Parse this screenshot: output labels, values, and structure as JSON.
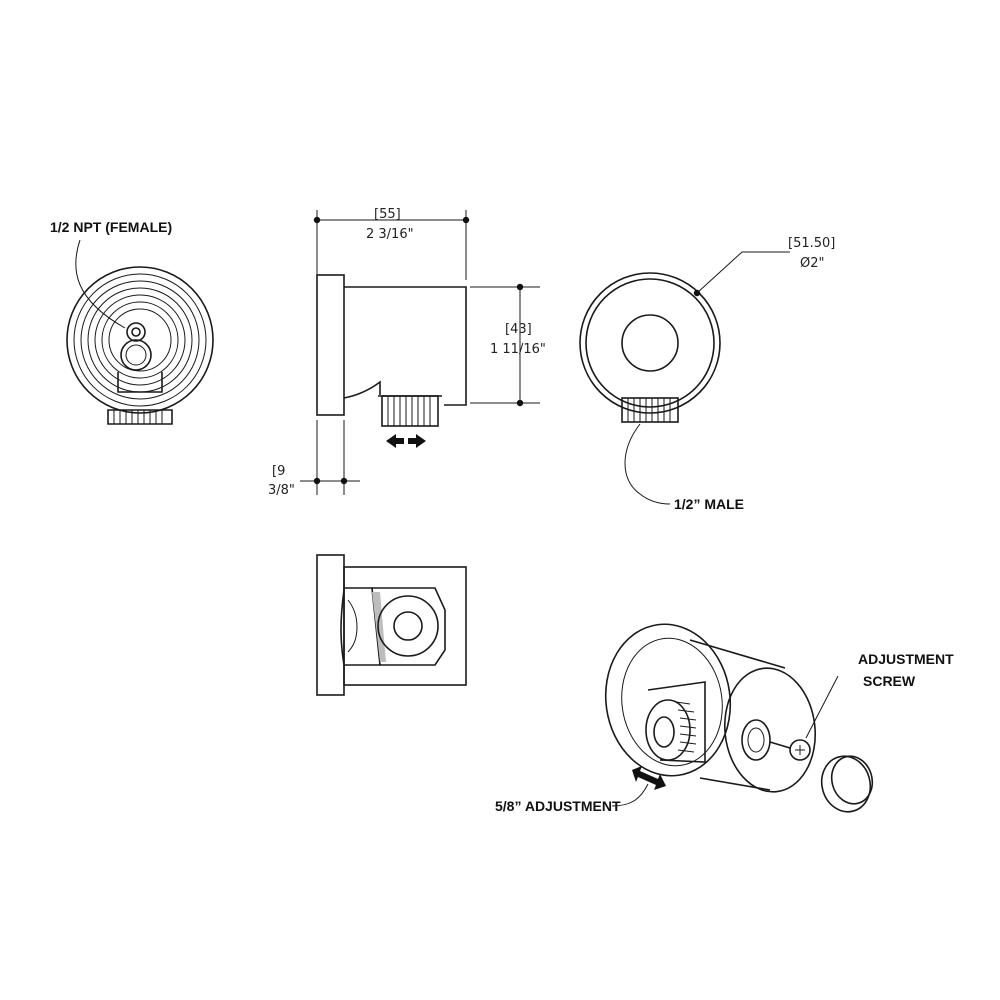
{
  "labels": {
    "npt_female": "1/2 NPT (FEMALE)",
    "male": "1/2” MALE",
    "adjustment_screw_line1": "ADJUSTMENT",
    "adjustment_screw_line2": "SCREW",
    "adjustment_range": "5/8” ADJUSTMENT"
  },
  "dimensions": {
    "width_mm": "[55]",
    "width_in": "2 3/16\"",
    "height_mm": "[43]",
    "height_in": "1 11/16\"",
    "flange_mm": "[9",
    "flange_in": "3/8\"",
    "diameter_mm": "[51.50]",
    "diameter_in": "Ø2\""
  }
}
